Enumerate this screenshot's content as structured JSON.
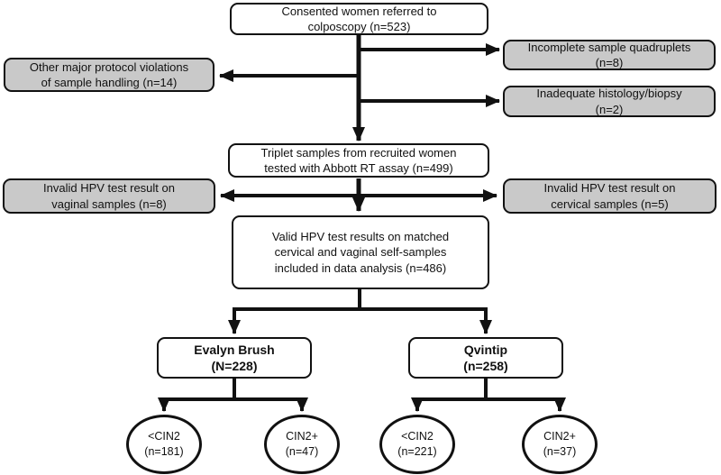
{
  "diagram": {
    "type": "flowchart",
    "background_color": "#ffffff",
    "line_color": "#111111",
    "border_color": "#111111",
    "excluded_box_fill": "#c9c9c9",
    "main_box_fill": "#ffffff",
    "nodes": {
      "consented": {
        "text": "Consented women referred to\ncolposcopy (n=523)",
        "n": 523
      },
      "incomplete_quadruplets": {
        "text": "Incomplete sample quadruplets\n(n=8)",
        "n": 8
      },
      "protocol_violations": {
        "text": "Other major protocol violations\nof sample handling (n=14)",
        "n": 14
      },
      "inadequate_histology": {
        "text": "Inadequate histology/biopsy\n(n=2)",
        "n": 2
      },
      "triplet_tested": {
        "text": "Triplet samples from recruited women\ntested with Abbott RT assay (n=499)",
        "n": 499
      },
      "invalid_vaginal": {
        "text": "Invalid HPV test result on\nvaginal samples (n=8)",
        "n": 8
      },
      "invalid_cervical": {
        "text": "Invalid HPV test result on\ncervical samples (n=5)",
        "n": 5
      },
      "valid_matched": {
        "text": "Valid HPV test results on matched\ncervical and vaginal self-samples\nincluded in data analysis (n=486)",
        "n": 486
      },
      "evalyn_brush": {
        "text": "Evalyn Brush\n(N=228)",
        "n": 228
      },
      "qvintip": {
        "text": "Qvintip\n(n=258)",
        "n": 258
      },
      "evalyn_lt_cin2": {
        "text": "<CIN2\n(n=181)",
        "n": 181
      },
      "evalyn_cin2_plus": {
        "text": "CIN2+\n(n=47)",
        "n": 47
      },
      "qvintip_lt_cin2": {
        "text": "<CIN2\n(n=221)",
        "n": 221
      },
      "qvintip_cin2_plus": {
        "text": "CIN2+\n(n=37)",
        "n": 37
      }
    }
  }
}
